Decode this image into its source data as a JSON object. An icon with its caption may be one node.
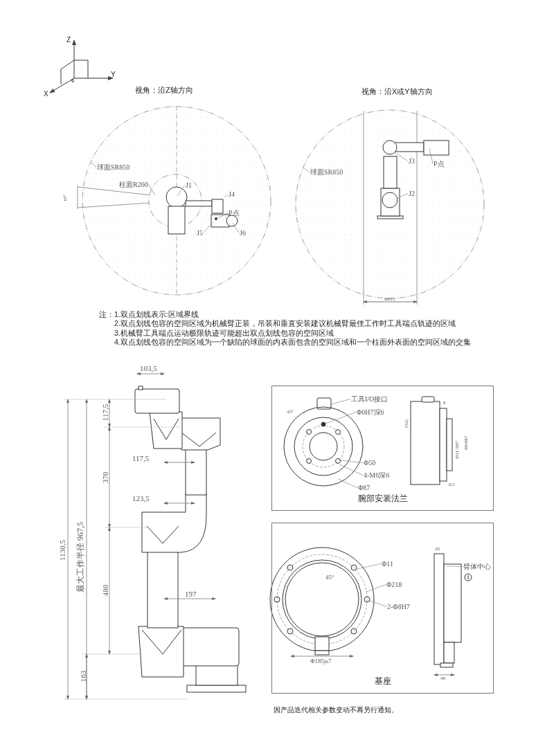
{
  "diagram": {
    "nodes": [
      {
        "text": [
          "球面SR850"
        ]
      },
      {
        "text": [
          "柱面R260"
        ]
      },
      {
        "text": [
          "J1"
        ]
      },
      {
        "text": [
          "J4"
        ]
      },
      {
        "text": [
          "P点"
        ]
      },
      {
        "text": [
          "J5"
        ]
      },
      {
        "text": [
          "J6"
        ]
      },
      {
        "text": [
          "球面SR850"
        ]
      },
      {
        "text": [
          "J3"
        ]
      },
      {
        "text": [
          "P点"
        ]
      },
      {
        "text": [
          "J2"
        ]
      },
      {
        "text": [
          "腕部安装法兰"
        ]
      },
      {
        "text": [
          "工具I/O接口"
        ],
        "in": 11
      },
      {
        "text": [
          "Φ6H7深6"
        ],
        "in": 11
      },
      {
        "text": [
          "Φ50"
        ],
        "in": 11
      },
      {
        "text": [
          "4-M6深6"
        ],
        "in": 11
      },
      {
        "text": [
          "Φ87"
        ],
        "in": 11
      },
      {
        "text": [
          "基座"
        ]
      },
      {
        "text": [
          "Φ11"
        ],
        "in": 17
      },
      {
        "text": [
          "Φ218"
        ],
        "in": 17
      },
      {
        "text": [
          "2-Φ8H7"
        ],
        "in": 17
      },
      {
        "text": [
          "臂体中心"
        ],
        "in": 17
      }
    ],
    "edges": [
      {
        "from": 0,
        "to": null,
        "arrow": "none"
      },
      {
        "from": 1,
        "to": null,
        "arrow": "none"
      },
      {
        "from": 2,
        "to": null,
        "arrow": "none"
      },
      {
        "from": 3,
        "to": null,
        "arrow": "none"
      },
      {
        "from": 4,
        "to": null,
        "arrow": "none"
      },
      {
        "from": 5,
        "to": null,
        "arrow": "none"
      },
      {
        "from": 6,
        "to": null,
        "arrow": "none"
      },
      {
        "from": 7,
        "to": null,
        "arrow": "none"
      },
      {
        "from": 8,
        "to": null,
        "arrow": "none"
      },
      {
        "from": 9,
        "to": null,
        "arrow": "none"
      },
      {
        "from": 10,
        "to": null,
        "arrow": "none"
      },
      {
        "from": 12,
        "to": null,
        "arrow": "none"
      },
      {
        "from": 13,
        "to": null,
        "arrow": "none"
      },
      {
        "from": 14,
        "to": null,
        "arrow": "none"
      },
      {
        "from": 15,
        "to": null,
        "arrow": "none"
      },
      {
        "from": 16,
        "to": null,
        "arrow": "none"
      },
      {
        "from": 18,
        "to": null,
        "arrow": "none"
      },
      {
        "from": 19,
        "to": null,
        "arrow": "none"
      },
      {
        "from": 20,
        "to": null,
        "arrow": "none"
      },
      {
        "from": 21,
        "to": null,
        "arrow": "none"
      }
    ],
    "labels": [
      "Z",
      "Y",
      "0",
      "X",
      "视角：沿Z轴方向",
      "视角：沿X或Y轴方向",
      "10°",
      "Φ615",
      "注：1.双点划线表示:区域界线",
      "2.双点划线包容的空间区域为机械臂正装，吊装和垂直安装建议机械臂最佳工作时工具端点轨迹的区域",
      "3.机械臂工具端点运动极限轨迹可能超出双点划线包容的空间区域",
      "4.双点划线包容的空间区域为一个缺陷的球面的内表面包含的空间区域和一个柱面外表面的空间区域的交集",
      "103,5",
      "117,5",
      "117,5",
      "370",
      "123,5",
      "1130,5",
      "最大工作半径 967,5",
      "480",
      "197",
      "163",
      "45°",
      "8",
      "(52)",
      "Φ31.5H7",
      "Φ63H7",
      "6,5",
      "45°",
      "20",
      "Φ185js7",
      "48",
      "因产品迭代相关参数变动不再另行通知。"
    ]
  }
}
